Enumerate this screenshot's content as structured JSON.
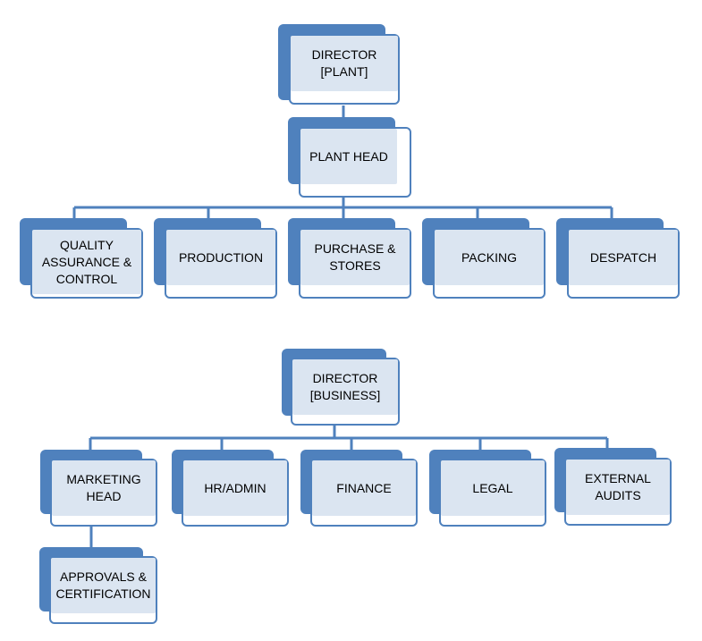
{
  "plant_chart": {
    "director": "DIRECTOR\n[PLANT]",
    "head": "PLANT HEAD",
    "departments": [
      "QUALITY\nASSURANCE &\nCONTROL",
      "PRODUCTION",
      "PURCHASE &\nSTORES",
      "PACKING",
      "DESPATCH"
    ]
  },
  "business_chart": {
    "director": "DIRECTOR\n[BUSINESS]",
    "departments": [
      "MARKETING\nHEAD",
      "HR/ADMIN",
      "FINANCE",
      "LEGAL",
      "EXTERNAL\nAUDITS"
    ],
    "marketing_sub": "APPROVALS &\nCERTIFICATION"
  },
  "colors": {
    "accent": "#4f81bd",
    "label_fill": "#dbe5f1",
    "connector": "#4f81bd"
  }
}
